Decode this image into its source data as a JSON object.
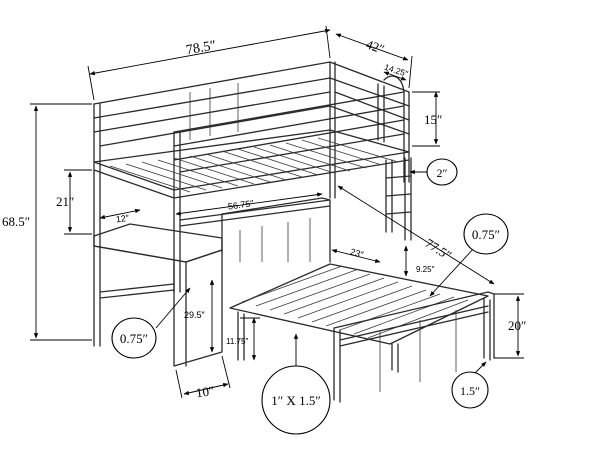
{
  "dimensions": {
    "top_length": "78.5″",
    "top_width": "42″",
    "rail_gap": "14.25″",
    "guardrail_height": "15″",
    "total_height": "68.5″",
    "desk_to_bunk": "21″",
    "desk_depth": "12″",
    "lower_head_width": "56.75″",
    "lower_length": "77.5″",
    "lower_width": "23″",
    "ladder_step": "9.25″",
    "desk_height": "29.5″",
    "under_clearance": "11.75″",
    "desk_width": "10″",
    "foot_height": "20″"
  },
  "callouts": {
    "slat_spacing": "2″",
    "tube_upper": "0.75″",
    "tube_lower": "0.75″",
    "tube_main": "1″ X 1.5″",
    "foot_tube": "1.5″"
  }
}
